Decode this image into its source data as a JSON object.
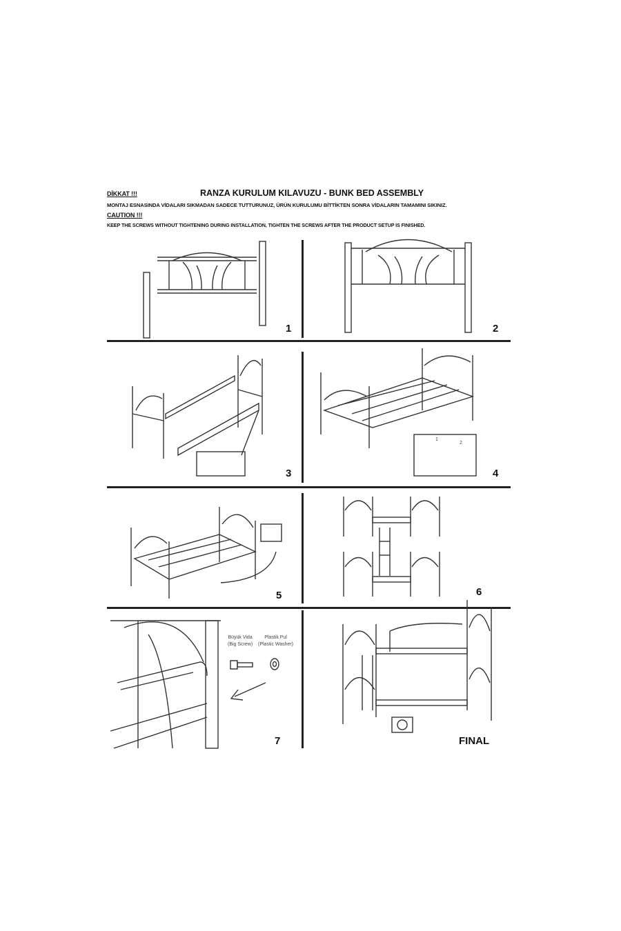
{
  "header": {
    "warning_tr": "DİKKAT !!!",
    "title": "RANZA KURULUM KILAVUZU - BUNK BED ASSEMBLY",
    "instruction_tr": "MONTAJ ESNASINDA VİDALARI SIKMADAN SADECE TUTTURUNUZ, ÜRÜN KURULUMU BİTTİKTEN SONRA VİDALARIN TAMAMINI SIKINIZ.",
    "warning_en": "CAUTION !!!",
    "instruction_en": "KEEP THE SCREWS WITHOUT TIGHTENING DURING INSTALLATION, TIGHTEN THE SCREWS AFTER THE PRODUCT SETUP IS FINISHED."
  },
  "steps": [
    "1",
    "2",
    "3",
    "4",
    "5",
    "6",
    "7",
    "FINAL"
  ],
  "parts": {
    "big_screw_tr": "Büyük Vida",
    "big_screw_en": "(Big Screw)",
    "washer_tr": "Plastik Pul",
    "washer_en": "(Plastic Washer)"
  },
  "step4_callouts": [
    "1",
    "2"
  ]
}
